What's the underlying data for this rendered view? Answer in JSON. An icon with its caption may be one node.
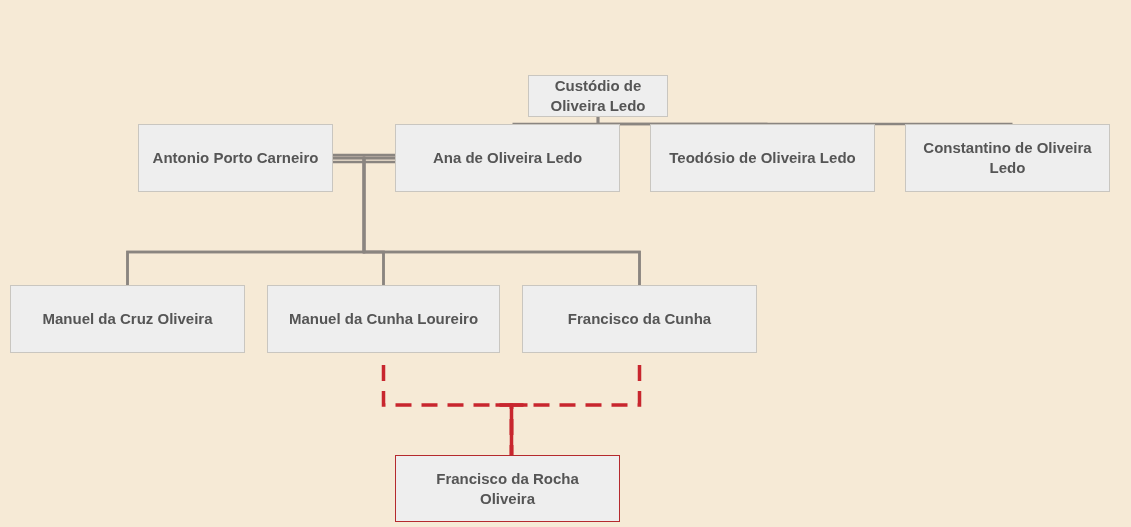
{
  "diagram": {
    "nodes": [
      {
        "text": [
          "Custódio de Oliveira Ledo"
        ]
      },
      {
        "text": [
          "Antonio Porto Carneiro"
        ]
      },
      {
        "text": [
          "Ana de Oliveira Ledo"
        ]
      },
      {
        "text": [
          "Teodósio de Oliveira Ledo"
        ]
      },
      {
        "text": [
          "Constantino de Oliveira Ledo"
        ]
      },
      {
        "text": [
          "Manuel da Cruz Oliveira"
        ]
      },
      {
        "text": [
          "Manuel da Cunha Loureiro"
        ]
      },
      {
        "text": [
          "Francisco da Cunha"
        ]
      },
      {
        "text": [
          "Francisco da Rocha Oliveira"
        ]
      }
    ],
    "edges": [
      {
        "from": 0,
        "to": 2,
        "arrow": "none"
      },
      {
        "from": 0,
        "to": 3,
        "arrow": "none"
      },
      {
        "from": 0,
        "to": 4,
        "arrow": "none"
      },
      {
        "from": 1,
        "to": 2,
        "arrow": "none"
      },
      {
        "from": 1,
        "to": 5,
        "arrow": "none"
      },
      {
        "from": 1,
        "to": 6,
        "arrow": "none"
      },
      {
        "from": 1,
        "to": 7,
        "arrow": "none"
      },
      {
        "from": 2,
        "to": 5,
        "arrow": "none"
      },
      {
        "from": 2,
        "to": 6,
        "arrow": "none"
      },
      {
        "from": 2,
        "to": 7,
        "arrow": "none"
      },
      {
        "from": 6,
        "to": 8,
        "arrow": "none",
        "style": "dashed",
        "color": "#c8262e"
      },
      {
        "from": 7,
        "to": 8,
        "arrow": "none",
        "style": "dashed",
        "color": "#c8262e"
      }
    ]
  }
}
